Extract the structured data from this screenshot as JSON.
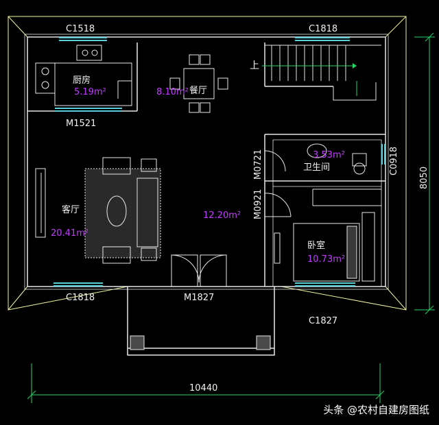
{
  "windows": {
    "top_left": "C1518",
    "top_right": "C1818",
    "bottom_left": "C1818",
    "bottom_right": "C1827",
    "right_side": "C0918"
  },
  "doors": {
    "kitchen": "M1521",
    "entrance": "M1827",
    "bath": "M0721",
    "bedroom": "M0921"
  },
  "rooms": {
    "kitchen": {
      "name": "厨房",
      "area": "5.19m²"
    },
    "dining": {
      "name": "餐厅",
      "area": "8.10m²"
    },
    "living": {
      "name": "客厅",
      "area": "20.41m²"
    },
    "hall": {
      "area": "12.20m²"
    },
    "bath": {
      "name": "卫生间",
      "area": "3.53m²"
    },
    "bedroom": {
      "name": "卧室",
      "area": "10.73m²"
    }
  },
  "stairs_label": "上",
  "dimensions": {
    "width": "10440",
    "depth": "8050"
  },
  "watermark": {
    "platform": "头条",
    "account": "@农村自建房图纸"
  },
  "colors": {
    "wall": "#f4f4a0",
    "window": "#5ad1d9",
    "furniture": "#e8e8e8",
    "area": "#c13cff",
    "dim": "#23d36a"
  }
}
